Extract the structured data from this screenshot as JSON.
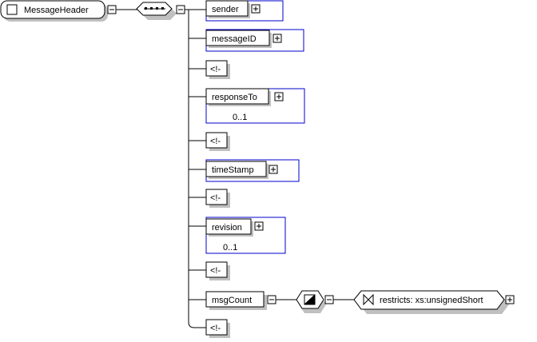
{
  "root": {
    "label": "MessageHeader"
  },
  "elements": [
    {
      "label": "sender"
    },
    {
      "label": "messageID"
    },
    {
      "label": "responseTo",
      "occurrence": "0..1"
    },
    {
      "label": "timeStamp"
    },
    {
      "label": "revision",
      "occurrence": "0..1"
    },
    {
      "label": "msgCount"
    }
  ],
  "comment_label": "<!-",
  "restriction": {
    "label": "restricts: xs:unsignedShort"
  },
  "icons": {
    "expand": "plus-box-icon",
    "collapse": "minus-box-icon",
    "sequence": "sequence-compositor-icon",
    "simple_type": "simple-type-icon",
    "restriction": "restriction-bowtie-icon"
  },
  "colors": {
    "element_border": "#0000cc",
    "line": "#000000",
    "shadow": "#c0c0c0",
    "background": "#ffffff"
  }
}
